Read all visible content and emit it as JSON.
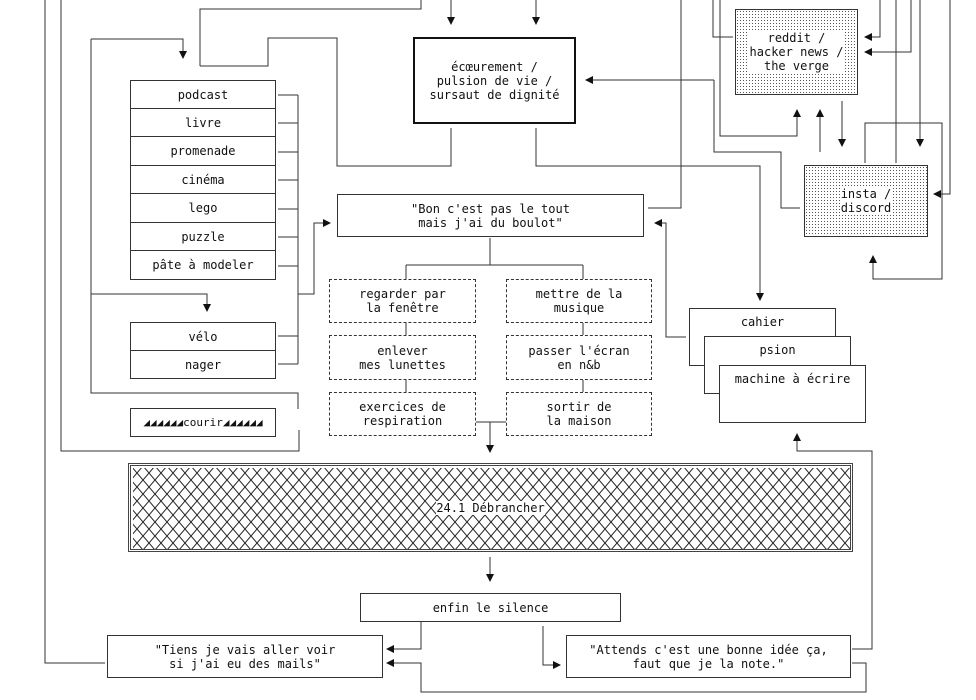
{
  "diagram": {
    "central": "écœurement /\npulsion de vie /\nsursaut de dignité",
    "sites": {
      "reddit": "reddit /\nhacker news /\nthe verge",
      "insta": "insta /\ndiscord"
    },
    "work": "\"Bon c'est pas le tout\nmais j'ai du boulot\"",
    "activities": [
      "podcast",
      "livre",
      "promenade",
      "cinéma",
      "lego",
      "puzzle",
      "pâte à modeler"
    ],
    "sports": [
      "vélo",
      "nager"
    ],
    "run": "◢◢◢◢◢◢courir◢◢◢◢◢◢",
    "options": [
      "regarder par\nla fenêtre",
      "mettre de la\nmusique",
      "enlever\nmes lunettes",
      "passer l'écran\nen n&b",
      "exercices de\nrespiration",
      "sortir de\nla maison"
    ],
    "notes": [
      "cahier",
      "psion",
      "machine à écrire"
    ],
    "chapter": "24.1 Débrancher",
    "silence": "enfin le silence",
    "mails": "\"Tiens je vais aller voir\nsi j'ai eu des mails\"",
    "idea": "\"Attends c'est une bonne idée ça,\nfaut que je la note.\""
  }
}
